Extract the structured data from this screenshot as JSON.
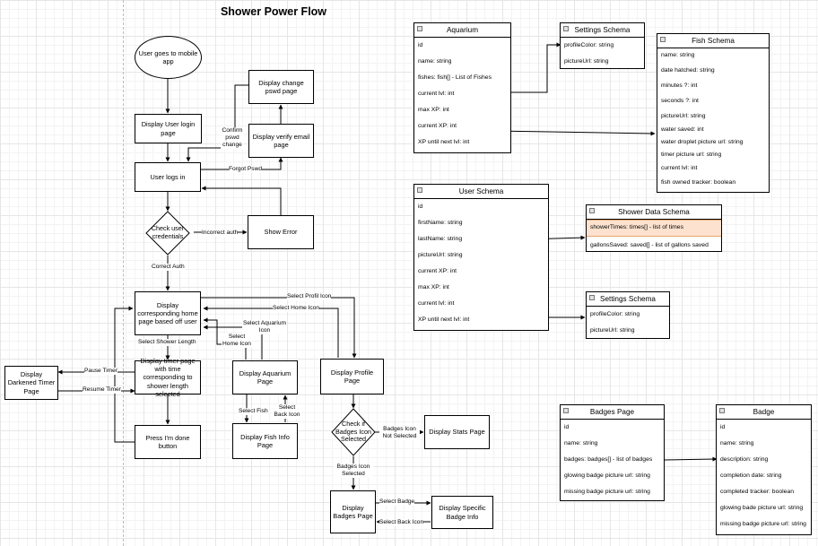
{
  "title": "Shower Power Flow",
  "flow": {
    "start": "User goes to mobile app",
    "login": "Display User login page",
    "change_pswd": "Display change pswd page",
    "verify_email": "Display verify email page",
    "logs_in": "User logs in",
    "check": "Check user credentials",
    "error": "Show Error",
    "home": "Display corresponding home page based off user",
    "darkened": "Display Darkened Timer Page",
    "timer": "Display timer page with time corresponding to shower length selected",
    "done": "Press I'm done button",
    "aquarium": "Display Aquarium Page",
    "fishinfo": "Display Fish Info Page",
    "profile": "Display Profile Page",
    "check_badges": "Check if Badges Icon Selected",
    "stats": "Display Stats Page",
    "badges": "Display Badges Page",
    "specific_badge": "Display Specific Badge Info"
  },
  "labels": {
    "confirm": "Confirm pswd change",
    "forgot": "Forgot Pswd",
    "incorrect": "Incorrect auth",
    "correct": "Correct Auth",
    "profil_icon": "Select Profil Icon",
    "home_icon": "Select Home Icon",
    "aquarium_icon": "Select Aquarium Icon",
    "home_icon2": "Select Home Icon",
    "shower_length": "Select Shower Length",
    "pause": "Pause Timer",
    "resume": "Resume Timer",
    "select_fish": "Select Fish",
    "select_back": "Select Back Icon",
    "not_selected": "Badges Icon Not Selected",
    "selected": "Badges Icon Selected",
    "select_badge": "Select Badge",
    "select_back2": "Select Back Icon"
  },
  "schemas": {
    "aquarium": {
      "title": "Aquarium",
      "rows": [
        "id",
        "name: string",
        "fishes: fish[] - List of Fishes",
        "current lvl: int",
        "max XP: int",
        "current XP: int",
        "XP until next lvl: int"
      ]
    },
    "settings1": {
      "title": "Settings Schema",
      "rows": [
        "profileColor: string",
        "pictureUrl: string"
      ]
    },
    "fish": {
      "title": "Fish Schema",
      "rows": [
        "name: string",
        "date hatched: string",
        "minutes ?: int",
        "seconds ?: int",
        "pictureUrl: string",
        "water saved: int",
        "water droplet picture url: string",
        "timer picture url: string",
        "current lvl: int",
        "fish owned tracker: boolean"
      ]
    },
    "user": {
      "title": "User Schema",
      "rows": [
        "id",
        "firstName: string",
        "lastName: string",
        "pictureUrl: string",
        "current XP: int",
        "max XP: int",
        "current lvl: int",
        "XP until next lvl: int"
      ]
    },
    "shower": {
      "title": "Shower Data Schema",
      "rows": [
        "showerTimes: times[] - list of times",
        "gallonsSaved: saved[] - list of gallons saved"
      ]
    },
    "settings2": {
      "title": "Settings Schema",
      "rows": [
        "profileColor: string",
        "pictureUrl: string"
      ]
    },
    "badges_page": {
      "title": "Badges Page",
      "rows": [
        "id",
        "name: string",
        "badges: badges[] - list of badges",
        "glowing badge picture url: string",
        "missing badge picture url: string"
      ]
    },
    "badge": {
      "title": "Badge",
      "rows": [
        "id",
        "name: string",
        "description: string",
        "completion date: string",
        "completed tracker: boolean",
        "glowing bade picture url: string",
        "missing badge picture url: string"
      ]
    }
  }
}
